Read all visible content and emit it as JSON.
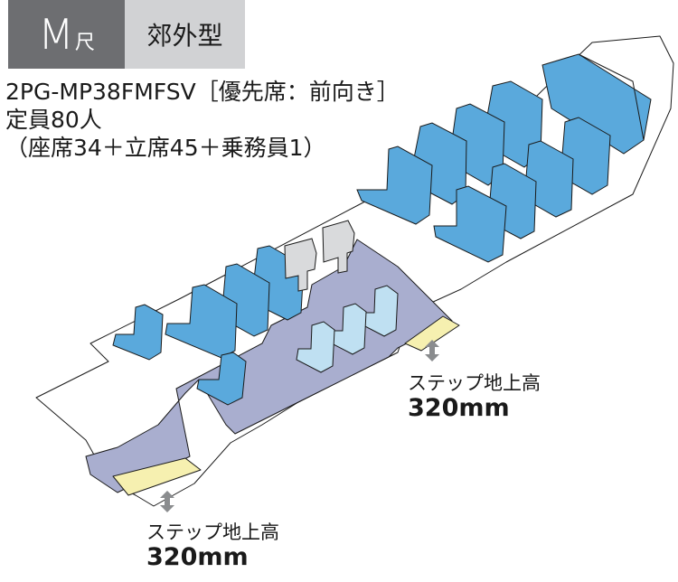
{
  "header": {
    "size_badge": {
      "letter": "M",
      "unit": "尺",
      "bg": "#6d6e71"
    },
    "type_badge": {
      "label": "郊外型",
      "bg": "#d1d2d4"
    }
  },
  "spec": {
    "model_line": "2PG-MP38FMFSV［優先席：前向き］",
    "capacity_line": "定員80人",
    "breakdown_line": "（座席34＋立席45＋乗務員1）"
  },
  "illustration": {
    "description": "Isometric cutaway of bus interior seating layout",
    "colors": {
      "seat_blue": "#5aa9dc",
      "priority_seat_light_blue": "#bfe0f2",
      "floor": "#a9aecf",
      "step_yellow": "#f6f0b0",
      "outline": "#1a1a1a",
      "handle_dark": "#3c4a46",
      "arrow_gray": "#8a8c8e"
    }
  },
  "annotations": {
    "rear_door_step": {
      "label": "ステップ地上高",
      "value": "320mm"
    },
    "front_door_step": {
      "label": "ステップ地上高",
      "value": "320mm"
    }
  }
}
